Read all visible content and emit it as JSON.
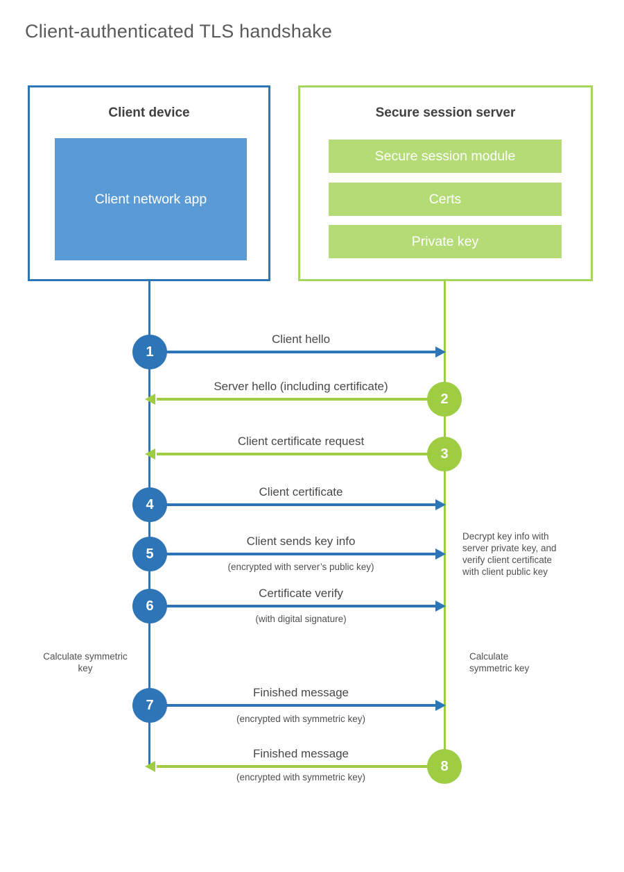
{
  "title": "Client-authenticated TLS handshake",
  "client_box": {
    "title": "Client device",
    "app_label": "Client network app"
  },
  "server_box": {
    "title": "Secure session server",
    "modules": [
      "Secure session module",
      "Certs",
      "Private key"
    ]
  },
  "steps": [
    {
      "number": "1",
      "label": "Client hello",
      "direction": "client-to-server"
    },
    {
      "number": "2",
      "label": "Server hello (including certificate)",
      "direction": "server-to-client"
    },
    {
      "number": "3",
      "label": "Client certificate request",
      "direction": "server-to-client"
    },
    {
      "number": "4",
      "label": "Client certificate",
      "direction": "client-to-server"
    },
    {
      "number": "5",
      "label": "Client sends key info",
      "sublabel": "(encrypted with server’s public key)",
      "direction": "client-to-server"
    },
    {
      "number": "6",
      "label": "Certificate verify",
      "sublabel": "(with digital signature)",
      "direction": "client-to-server"
    },
    {
      "number": "7",
      "label": "Finished message",
      "sublabel": "(encrypted with symmetric key)",
      "direction": "client-to-server"
    },
    {
      "number": "8",
      "label": "Finished message",
      "sublabel": "(encrypted with symmetric key)",
      "direction": "server-to-client"
    }
  ],
  "annotations": {
    "decrypt_note_lines": [
      "Decrypt key info with",
      "server private key, and",
      "verify client certificate",
      "with client public key"
    ],
    "calculate_left": "Calculate symmetric key",
    "calculate_right": "Calculate symmetric key"
  },
  "colors": {
    "blue_line": "#2e75b8",
    "blue_fill": "#5b9bd5",
    "green_line": "#9ecd44",
    "green_border": "#a5d65c",
    "green_fill": "#b5db76",
    "text_dark": "#3f4042",
    "text_gray": "#4f4f51"
  }
}
